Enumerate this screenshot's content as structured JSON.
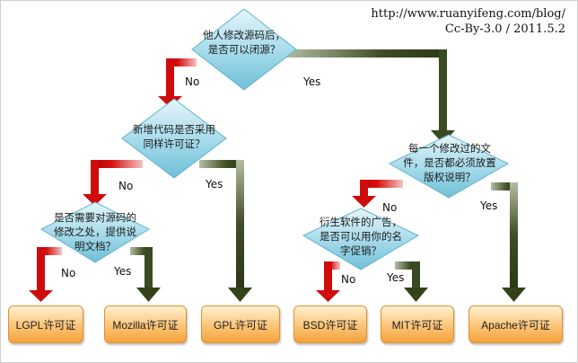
{
  "credit": {
    "url": "http://www.ruanyifeng.com/blog/",
    "license": "Cc-By-3.0 / 2011.5.2"
  },
  "decisions": {
    "q1": {
      "lines": [
        "他人修改源码后，",
        "是否可以闭源？"
      ]
    },
    "q2": {
      "lines": [
        "新增代码是否采用",
        "同样许可证？"
      ]
    },
    "q3": {
      "lines": [
        "是否需要对源码的",
        "修改之处，提供说",
        "明文档？"
      ]
    },
    "q4": {
      "lines": [
        "每一个修改过的文",
        "件，是否都必须放置",
        "版权说明？"
      ]
    },
    "q5": {
      "lines": [
        "衍生软件的广告，",
        "是否可以用你的名",
        "字促销？"
      ]
    }
  },
  "branch_labels": {
    "q1_no": "No",
    "q1_yes": "Yes",
    "q2_no": "No",
    "q2_yes": "Yes",
    "q3_no": "No",
    "q3_yes": "Yes",
    "q4_no": "No",
    "q4_yes": "Yes",
    "q5_no": "No",
    "q5_yes": "Yes"
  },
  "licenses": {
    "lgpl": "LGPL许可证",
    "mozilla": "Mozilla许可证",
    "gpl": "GPL许可证",
    "bsd": "BSD许可证",
    "mit": "MIT许可证",
    "apache": "Apache许可证"
  },
  "colors": {
    "no_arrow": "#d40a0a",
    "yes_arrow": "#3b4a22",
    "diamond": "#8ccfe0",
    "license_box": "#fcc476"
  }
}
